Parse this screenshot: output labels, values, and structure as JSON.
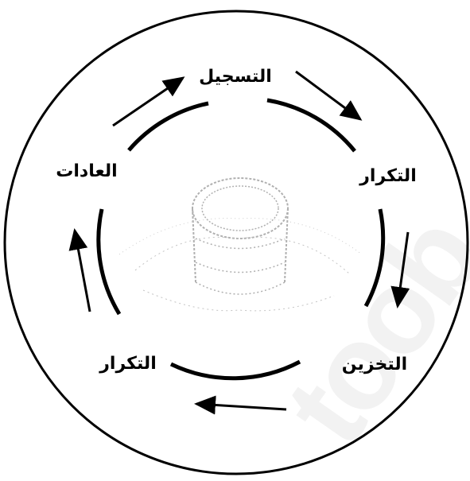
{
  "diagram": {
    "nodes": [
      {
        "id": "registration",
        "label": "التسجيل"
      },
      {
        "id": "repetition-right",
        "label": "التكرار"
      },
      {
        "id": "storage",
        "label": "التخزين"
      },
      {
        "id": "repetition-left",
        "label": "التكرار"
      },
      {
        "id": "habits",
        "label": "العادات"
      }
    ],
    "flow_direction": "clockwise",
    "watermark_text": "toob"
  }
}
